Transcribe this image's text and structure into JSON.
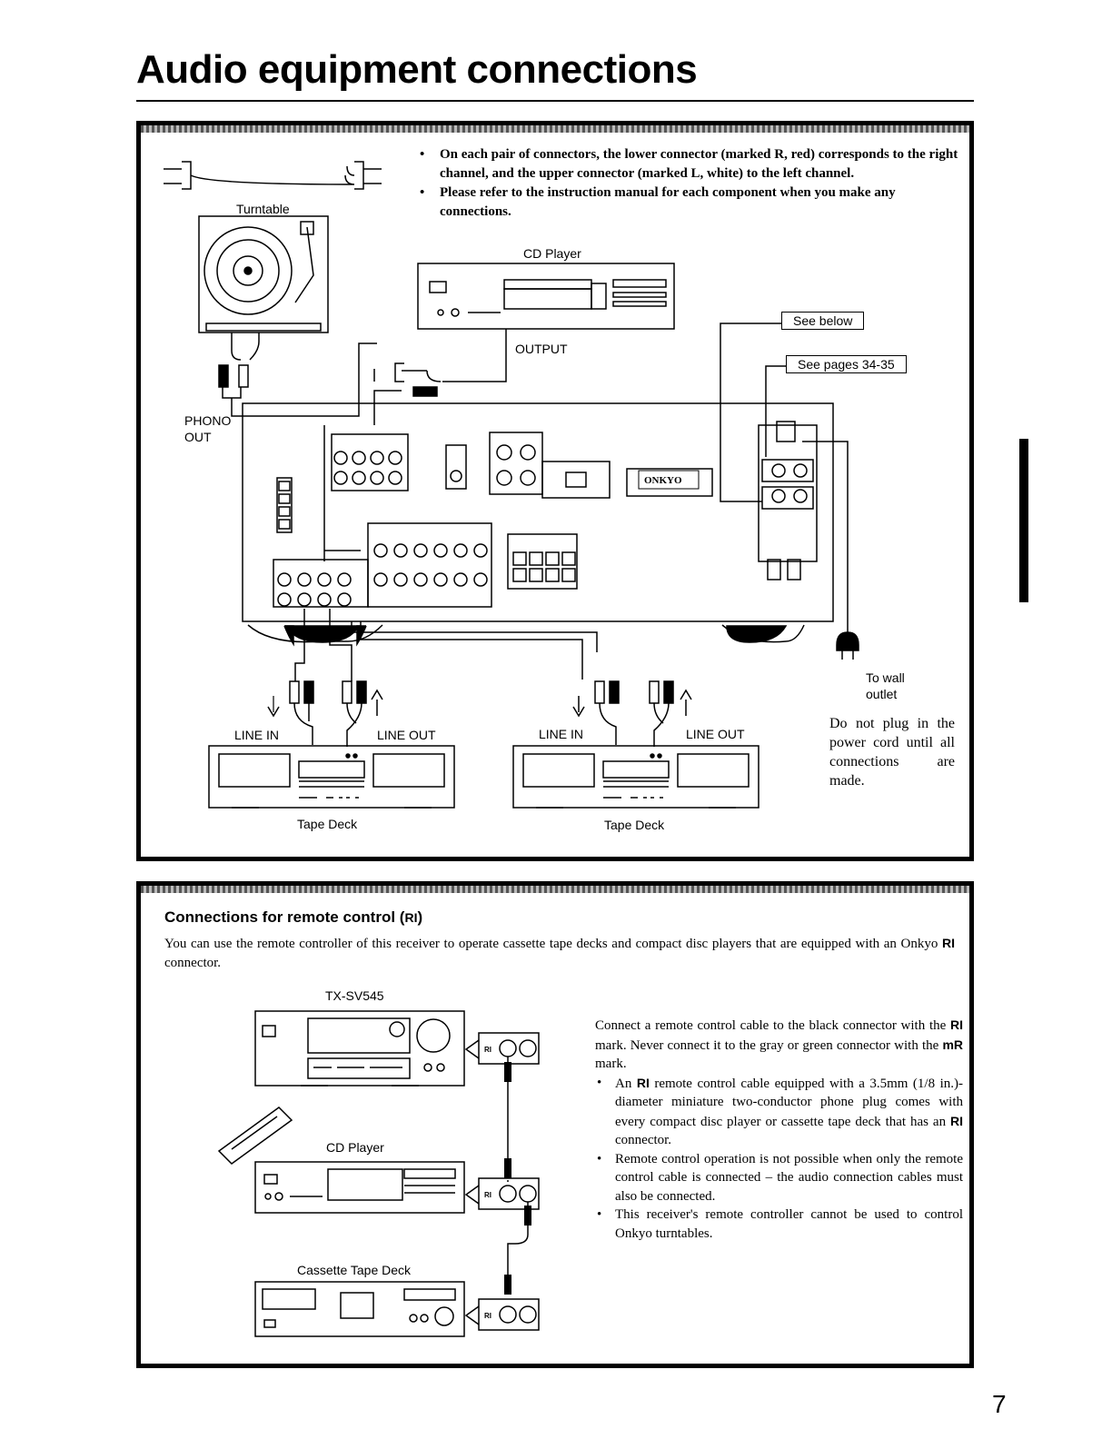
{
  "page": {
    "title": "Audio equipment connections",
    "page_number": "7"
  },
  "connections": {
    "notes": [
      "On each pair of connectors, the lower connector (marked R, red) corresponds to the right channel, and the upper connector (marked L, white) to the left channel.",
      "Please refer to the instruction manual for each component when you make any connections."
    ],
    "labels": {
      "turntable": "Turntable",
      "phono_out_1": "PHONO",
      "phono_out_2": "OUT",
      "cd_player": "CD Player",
      "output": "OUTPUT",
      "see_below": "See below",
      "see_pages": "See pages 34-35",
      "to_wall_1": "To wall",
      "to_wall_2": "outlet",
      "line_in_1": "LINE IN",
      "line_out_1": "LINE OUT",
      "line_in_2": "LINE IN",
      "line_out_2": "LINE OUT",
      "tape_deck_1": "Tape Deck",
      "tape_deck_2": "Tape Deck",
      "receiver_brand": "ONKYO"
    },
    "warning": "Do not plug in the power cord until all connections are made."
  },
  "remote": {
    "title": "Connections for remote control (",
    "title_mark": "RI",
    "title_end": ")",
    "intro_1": "You can use the remote controller of this receiver to operate cassette tape decks and compact disc players that are equipped with an Onkyo ",
    "intro_mark": "RI",
    "intro_2": " connector.",
    "labels": {
      "receiver": "TX-SV545",
      "cd_player": "CD Player",
      "cassette": "Cassette Tape Deck",
      "ri_jack": "RI"
    },
    "body_1": "Connect a remote control cable to the black connector with the ",
    "body_mark1": "RI",
    "body_2": " mark. Never connect it to the gray or green connector with the ",
    "body_mark2": "mR",
    "body_3": " mark.",
    "bullets": {
      "b1_a": "An ",
      "b1_mark": "RI",
      "b1_b": " remote control cable equipped with a 3.5mm (1/8 in.)-diameter miniature two-conductor phone plug comes with every compact disc player or cassette tape deck that has an ",
      "b1_mark2": "RI",
      "b1_c": " connector.",
      "b2": "Remote control operation is not possible when only the remote control cable is connected – the audio connection cables must also be connected.",
      "b3": "This receiver's remote controller cannot be used to control Onkyo turntables."
    }
  }
}
